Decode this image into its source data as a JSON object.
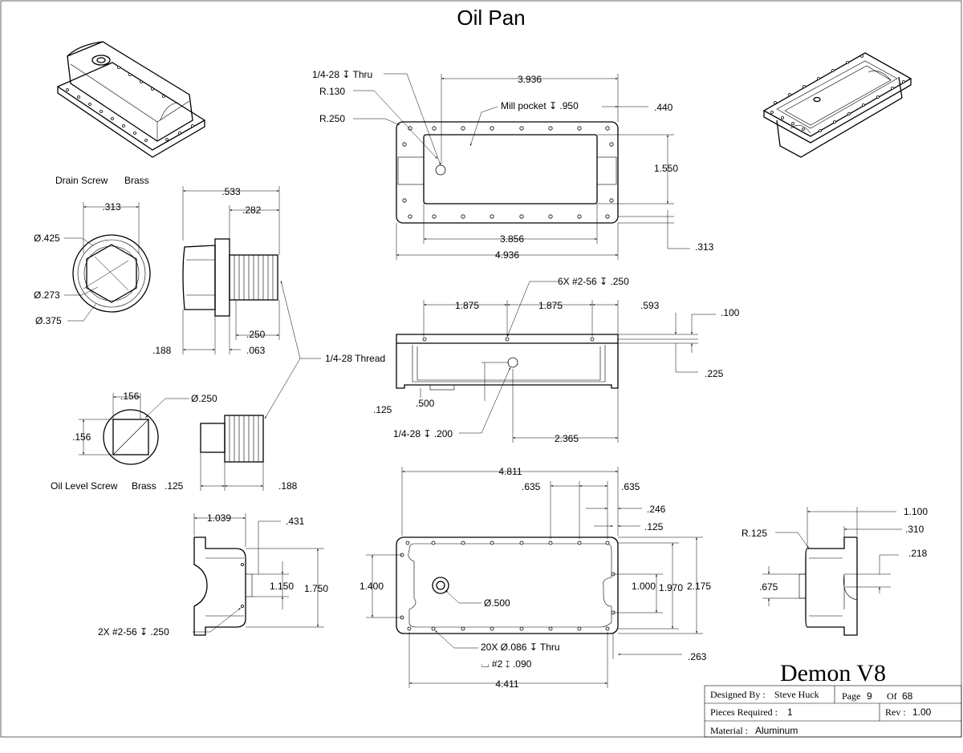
{
  "title": "Oil Pan",
  "brand": "Demon V8",
  "title_block": {
    "designed_by_label": "Designed By :",
    "designed_by_value": "Steve Huck",
    "page_label": "Page",
    "page_value": "9",
    "of_label": "Of",
    "of_value": "68",
    "pieces_label": "Pieces Required :",
    "pieces_value": "1",
    "rev_label": "Rev :",
    "rev_value": "1.00",
    "material_label": "Material :",
    "material_value": "Aluminum"
  },
  "drain_screw": {
    "label": "Drain Screw",
    "material": "Brass",
    "dims": [
      ".313",
      "Ø.425",
      "Ø.273",
      "Ø.375",
      ".533",
      ".282",
      ".250",
      ".188",
      ".063"
    ],
    "thread": "1/4-28 Thread"
  },
  "oil_level_screw": {
    "label": "Oil Level Screw",
    "material": "Brass",
    "dims": [
      ".156",
      "Ø.250",
      ".156",
      ".125",
      ".188"
    ]
  },
  "top_view": {
    "notes": [
      "1/4-28 ↧ Thru",
      "R.130",
      "R.250",
      "Mill pocket ↧ .950"
    ],
    "dims": [
      "3.936",
      ".440",
      "1.550",
      "3.856",
      "4.936",
      ".313"
    ]
  },
  "front_view": {
    "notes": [
      "6X  #2-56  ↧ .250",
      "1/4-28 ↧ .200"
    ],
    "dims": [
      "1.875",
      "1.875",
      ".593",
      ".100",
      ".225",
      ".500",
      ".125",
      "2.365"
    ]
  },
  "bottom_view": {
    "notes": [
      "Ø.500",
      "20X Ø.086 ↧ Thru",
      "⌴ #2 ↧ .090"
    ],
    "dims": [
      "4.811",
      ".635",
      ".635",
      ".246",
      ".125",
      "1.400",
      "1.000",
      "1.970",
      "2.175",
      ".263",
      "4.411"
    ]
  },
  "left_view": {
    "notes": [
      "2X  #2-56  ↧ .250"
    ],
    "dims": [
      "1.039",
      ".431",
      "1.150",
      "1.750"
    ]
  },
  "right_view": {
    "notes": [
      "R.125"
    ],
    "dims": [
      "1.100",
      ".310",
      ".218",
      ".675"
    ]
  }
}
